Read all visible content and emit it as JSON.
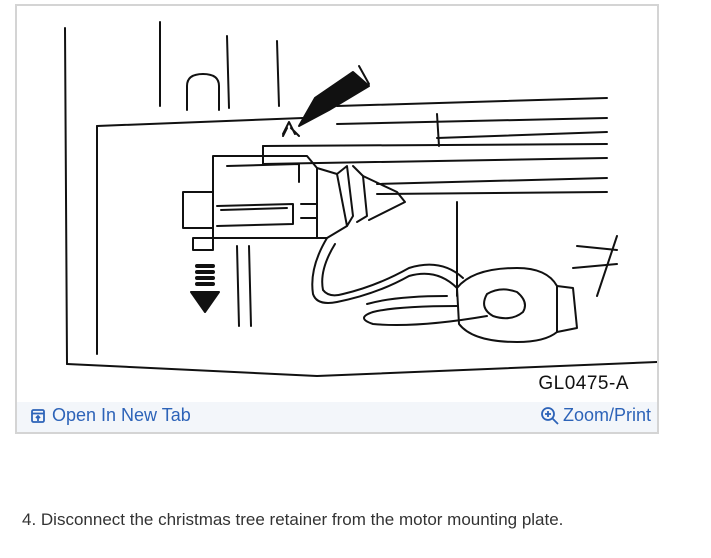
{
  "figure": {
    "code": "GL0475-A",
    "open_tab_label": "Open In New Tab",
    "zoom_print_label": "Zoom/Print",
    "icons": {
      "open_tab": "open-new-tab-icon",
      "zoom": "zoom-in-icon"
    }
  },
  "step": {
    "text": "4. Disconnect the christmas tree retainer from the motor mounting plate."
  },
  "colors": {
    "link": "#2d63b8",
    "bar": "#f3f6fa",
    "border": "#d4d4d4"
  }
}
